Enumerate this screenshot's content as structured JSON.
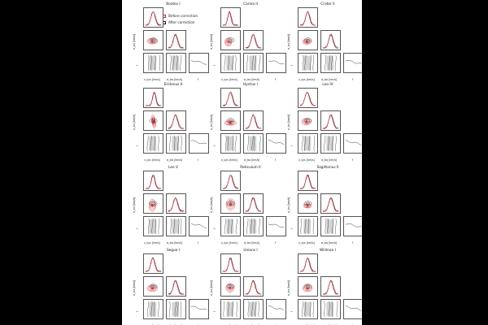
{
  "legend": {
    "before_label": "Before correction",
    "after_label": "After correction"
  },
  "axes": {
    "vsys_label": "v_sys [km/s]",
    "sigma_label": "σ_los [km/s]",
    "f_label": "f",
    "sigma_y_label": "σ_los [km/s]",
    "f_y_label": "f"
  },
  "colors": {
    "before": "#e41a1c",
    "after": "#111111",
    "panel_border": "#555555"
  },
  "corners": [
    {
      "name": "Bootes I"
    },
    {
      "name": "Carina II"
    },
    {
      "name": "Crater II"
    },
    {
      "name": "Eridanus II"
    },
    {
      "name": "Hydrus I"
    },
    {
      "name": "Leo IV"
    },
    {
      "name": "Leo V"
    },
    {
      "name": "Reticulum II"
    },
    {
      "name": "Sagittarius II"
    },
    {
      "name": "Segue I"
    },
    {
      "name": "Unions I"
    },
    {
      "name": "Willman I"
    }
  ]
}
